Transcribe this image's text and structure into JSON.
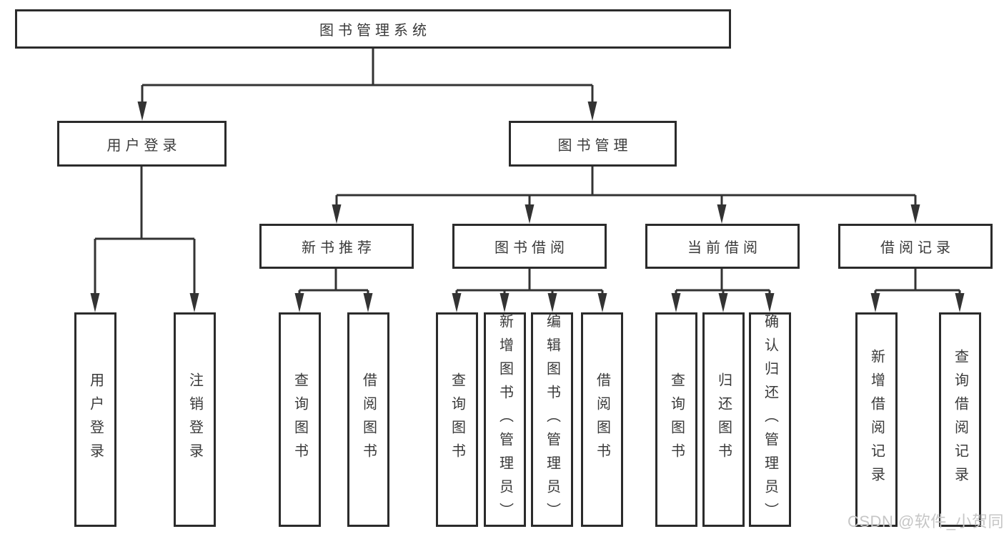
{
  "diagram": {
    "title": "图书管理系统",
    "level2": [
      {
        "label": "用户登录"
      },
      {
        "label": "图书管理"
      }
    ],
    "level3": [
      {
        "label": "新书推荐"
      },
      {
        "label": "图书借阅"
      },
      {
        "label": "当前借阅"
      },
      {
        "label": "借阅记录"
      }
    ],
    "leaves": [
      {
        "label": "用户登录",
        "parent": "用户登录"
      },
      {
        "label": "注销登录",
        "parent": "用户登录"
      },
      {
        "label": "查询图书",
        "parent": "新书推荐"
      },
      {
        "label": "借阅图书",
        "parent": "新书推荐"
      },
      {
        "label": "查询图书",
        "parent": "图书借阅"
      },
      {
        "label": "新增图书（管理员）",
        "parent": "图书借阅"
      },
      {
        "label": "编辑图书（管理员）",
        "parent": "图书借阅"
      },
      {
        "label": "借阅图书",
        "parent": "图书借阅"
      },
      {
        "label": "查询图书",
        "parent": "当前借阅"
      },
      {
        "label": "归还图书",
        "parent": "当前借阅"
      },
      {
        "label": "确认归还（管理员）",
        "parent": "当前借阅"
      },
      {
        "label": "新增借阅记录",
        "parent": "借阅记录"
      },
      {
        "label": "查询借阅记录",
        "parent": "借阅记录"
      }
    ],
    "colors": {
      "line": "#333333",
      "border": "#2b2b2b",
      "text": "#3a3a3a",
      "watermark": "#c6c6c6"
    }
  },
  "watermark": {
    "text": "CSDN @软件_小贺同学"
  }
}
